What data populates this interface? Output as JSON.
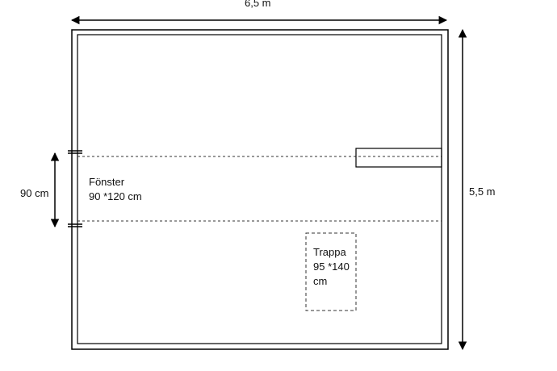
{
  "dimensions": {
    "width_label": "6,5 m",
    "height_label": "5,5 m",
    "window_gap_label": "90 cm"
  },
  "window": {
    "name": "Fönster",
    "size": "90 *120 cm"
  },
  "stair": {
    "name": "Trappa",
    "size_line1": "95 *140",
    "size_line2": "cm"
  },
  "colors": {
    "line": "#000000",
    "dashed": "#333333",
    "background": "#ffffff"
  }
}
